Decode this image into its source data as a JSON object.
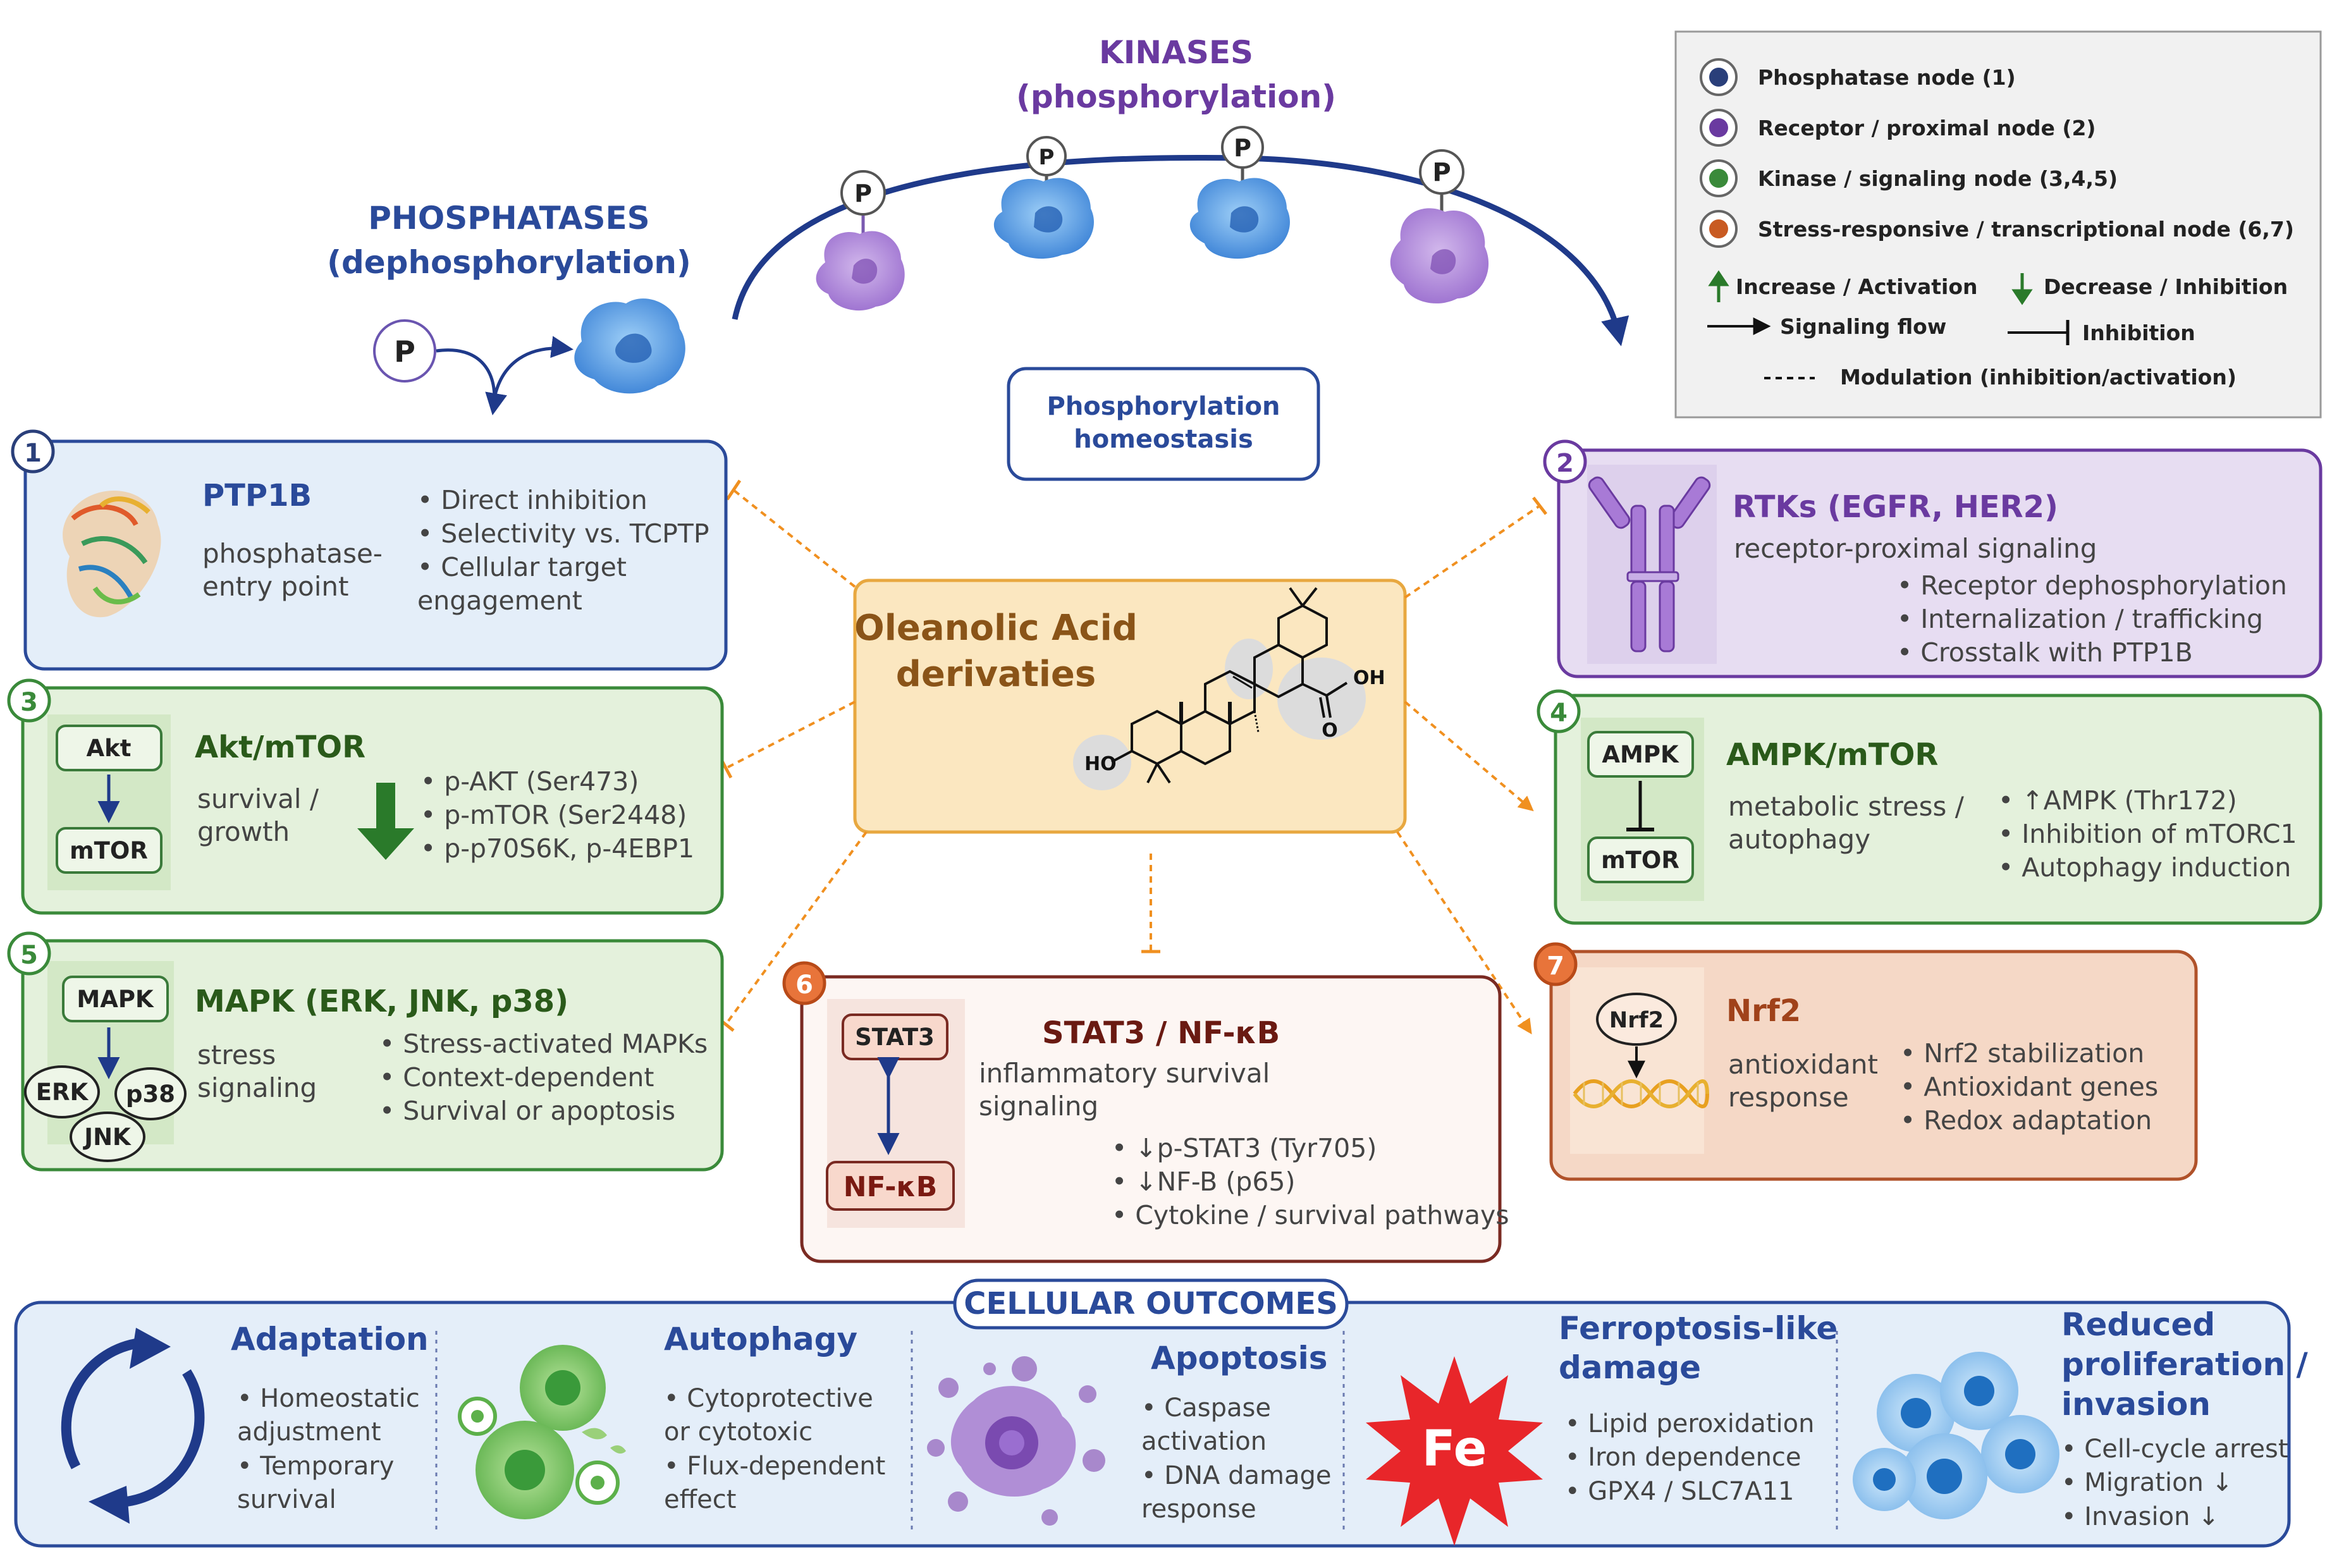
{
  "header": {
    "phosphatases_title": "PHOSPHATASES",
    "phosphatases_sub": "(dephosphorylation)",
    "kinases_title": "KINASES",
    "kinases_sub": "(phosphorylation)",
    "p_label": "P",
    "homeostasis": [
      "Phosphorylation",
      "homeostasis"
    ]
  },
  "legend": {
    "nodes": [
      {
        "label": "Phosphatase node (1)",
        "color": "#2a3f7a"
      },
      {
        "label": "Receptor / proximal node (2)",
        "color": "#6a3aa0"
      },
      {
        "label": "Kinase / signaling node (3,4,5)",
        "color": "#3a8a3a"
      },
      {
        "label": "Stress-responsive / transcriptional node (6,7)",
        "color": "#c85a22"
      }
    ],
    "increase": "Increase / Activation",
    "decrease": "Decrease / Inhibition",
    "signaling_flow": "Signaling flow",
    "inhibition": "Inhibition",
    "modulation": "Modulation (inhibition/activation)"
  },
  "center": {
    "title": [
      "Oleanolic Acid",
      "derivaties"
    ],
    "oh": "OH",
    "ho": "HO",
    "o": "O"
  },
  "panels": [
    {
      "num": "1",
      "title": "PTP1B",
      "sub": [
        "phosphatase-",
        "entry point"
      ],
      "bullets": [
        "• Direct inhibition",
        "• Selectivity vs. TCPTP",
        "• Cellular target",
        "engagement"
      ]
    },
    {
      "num": "2",
      "title": "RTKs (EGFR, HER2)",
      "sub": [
        "receptor-proximal signaling"
      ],
      "bullets": [
        "• Receptor dephosphorylation",
        "• Internalization / trafficking",
        "• Crosstalk with PTP1B"
      ]
    },
    {
      "num": "3",
      "title": "Akt/mTOR",
      "sub": [
        "survival /",
        "growth"
      ],
      "nodes": [
        "Akt",
        "mTOR"
      ],
      "bullets": [
        "• p-AKT (Ser473)",
        "• p-mTOR (Ser2448)",
        "• p-p70S6K,  p-4EBP1"
      ]
    },
    {
      "num": "4",
      "title": "AMPK/mTOR",
      "sub": [
        "metabolic stress /",
        "autophagy"
      ],
      "nodes": [
        "AMPK",
        "mTOR"
      ],
      "bullets": [
        "• ↑AMPK (Thr172)",
        "• Inhibition of mTORC1",
        "• Autophagy induction"
      ]
    },
    {
      "num": "5",
      "title": "MAPK (ERK, JNK, p38)",
      "sub": [
        "stress",
        "signaling"
      ],
      "nodes": [
        "MAPK",
        "ERK",
        "p38",
        "JNK"
      ],
      "bullets": [
        "• Stress-activated MAPKs",
        "• Context-dependent",
        "• Survival or apoptosis"
      ]
    },
    {
      "num": "6",
      "title": "STAT3 / NF-κB",
      "sub": [
        "inflammatory survival",
        "signaling"
      ],
      "nodes": [
        "STAT3",
        "NF-κB"
      ],
      "bullets": [
        "• ↓p-STAT3 (Tyr705)",
        "• ↓NF-B (p65)",
        "• Cytokine / survival pathways"
      ]
    },
    {
      "num": "7",
      "title": "Nrf2",
      "sub": [
        "antioxidant",
        "response"
      ],
      "nodes": [
        "Nrf2"
      ],
      "bullets": [
        "• Nrf2 stabilization",
        "• Antioxidant genes",
        "• Redox adaptation"
      ]
    }
  ],
  "outcomes": {
    "title": "CELLULAR OUTCOMES",
    "items": [
      {
        "title": [
          "Adaptation"
        ],
        "bullets": [
          "• Homeostatic",
          "adjustment",
          "• Temporary",
          "survival"
        ]
      },
      {
        "title": [
          "Autophagy"
        ],
        "bullets": [
          "• Cytoprotective",
          "or cytotoxic",
          "• Flux-dependent",
          "effect"
        ]
      },
      {
        "title": [
          "Apoptosis"
        ],
        "bullets": [
          "• Caspase",
          "activation",
          "• DNA damage",
          "response"
        ]
      },
      {
        "title": [
          "Ferroptosis-like",
          "damage"
        ],
        "bullets": [
          "• Lipid peroxidation",
          "• Iron dependence",
          "• GPX4 / SLC7A11"
        ]
      },
      {
        "title": [
          "Reduced",
          "proliferation /",
          "invasion"
        ],
        "bullets": [
          "• Cell-cycle arrest",
          "• Migration ↓",
          "• Invasion ↓"
        ]
      }
    ],
    "fe": "Fe"
  }
}
